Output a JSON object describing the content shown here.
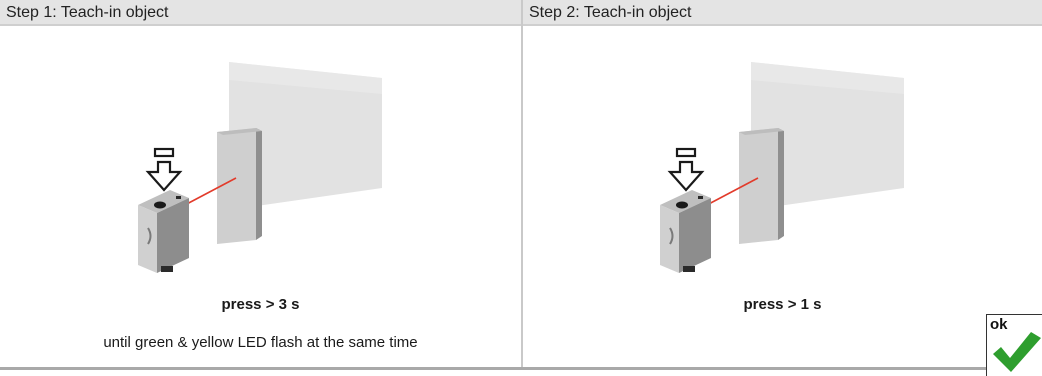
{
  "steps": [
    {
      "title": "Step 1: Teach-in object",
      "instruction": "press > 3 s",
      "note": "until green & yellow LED flash at the same time"
    },
    {
      "title": "Step 2: Teach-in object",
      "instruction": "press > 1 s"
    }
  ],
  "status": {
    "label": "ok",
    "icon": "checkmark-icon",
    "color": "#2e9e2e"
  }
}
